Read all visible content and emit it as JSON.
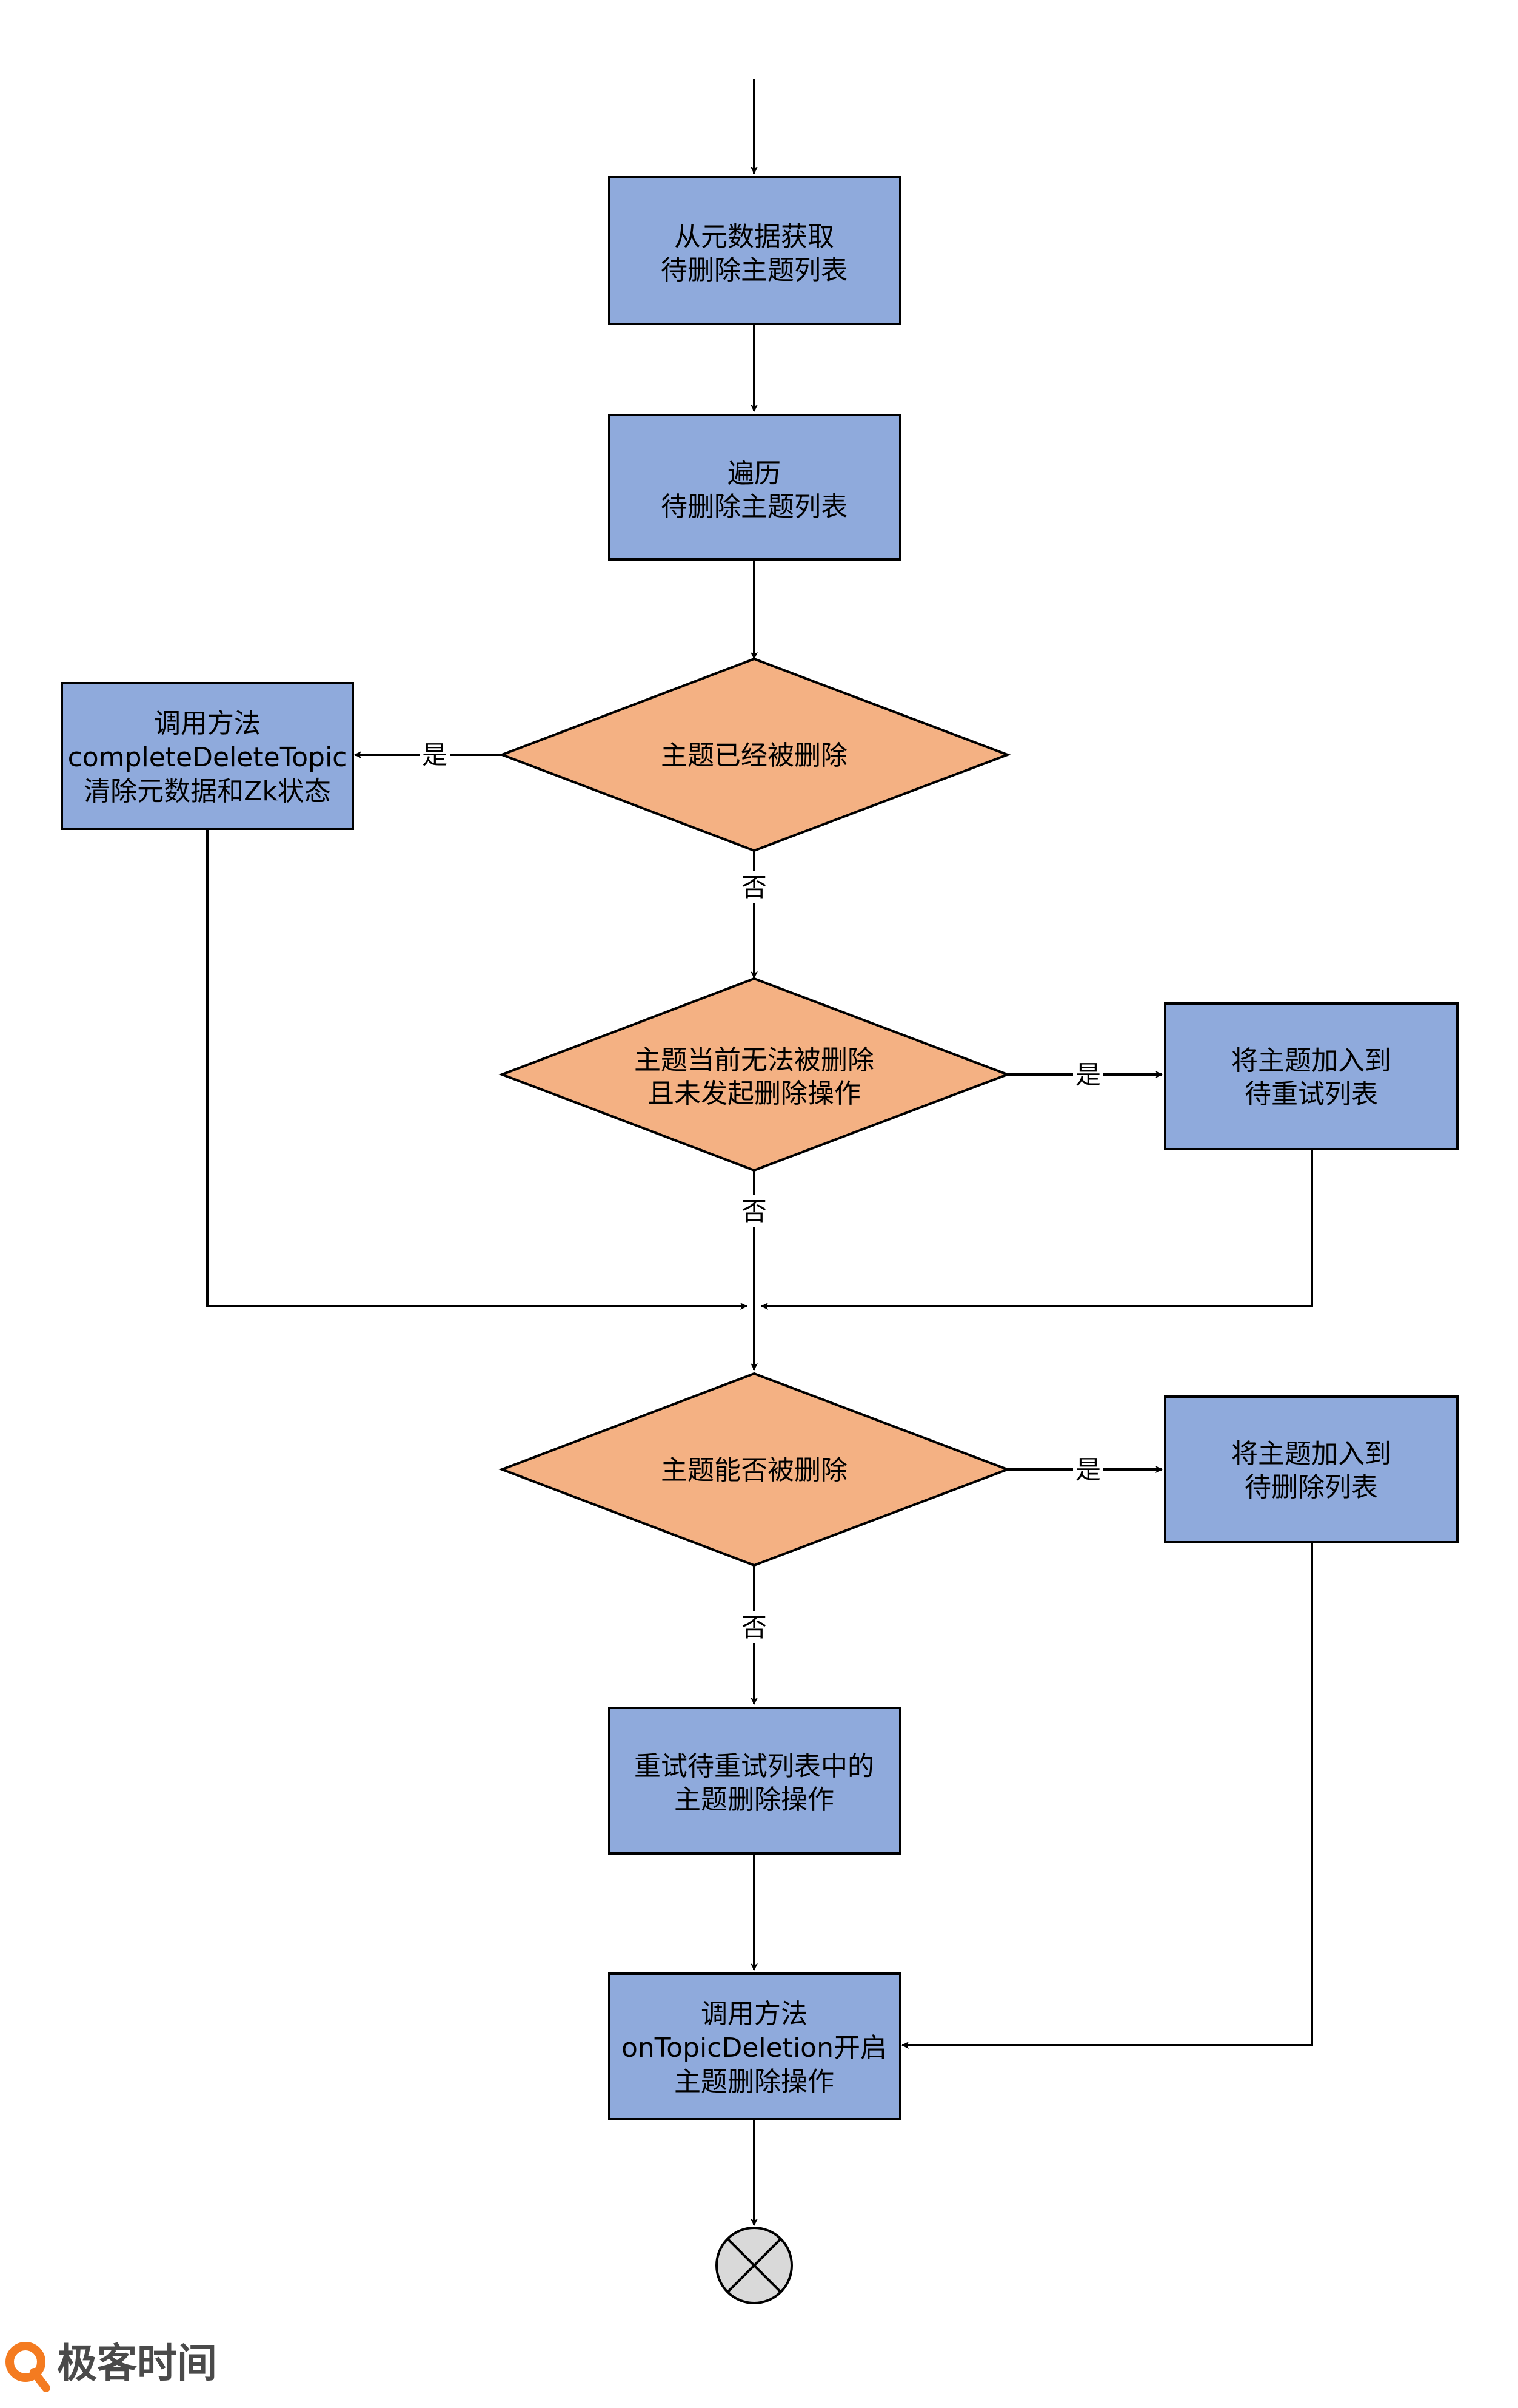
{
  "colors": {
    "process_fill": "#8faadc",
    "decision_fill": "#f4b183",
    "stroke": "#000000",
    "end_fill": "#d9d9d9",
    "brand_orange": "#f47b20",
    "brand_text": "#4a4a4a"
  },
  "nodes": {
    "get_list": {
      "line1": "从元数据获取",
      "line2": "待删除主题列表"
    },
    "iterate": {
      "line1": "遍历",
      "line2": "待删除主题列表"
    },
    "check_deleted": {
      "line1": "主题已经被删除"
    },
    "complete_delete": {
      "line1": "调用方法",
      "line2": "completeDeleteTopic",
      "line3": "清除元数据和Zk状态"
    },
    "check_ineligible": {
      "line1": "主题当前无法被删除",
      "line2": "且未发起删除操作"
    },
    "add_retry": {
      "line1": "将主题加入到",
      "line2": "待重试列表"
    },
    "check_eligible": {
      "line1": "主题能否被删除"
    },
    "add_delete": {
      "line1": "将主题加入到",
      "line2": "待删除列表"
    },
    "retry_ops": {
      "line1": "重试待重试列表中的",
      "line2": "主题删除操作"
    },
    "on_deletion": {
      "line1": "调用方法",
      "line2": "onTopicDeletion开启",
      "line3": "主题删除操作"
    }
  },
  "edge_labels": {
    "yes_deleted": "是",
    "no_deleted": "否",
    "yes_ineligible": "是",
    "no_ineligible": "否",
    "yes_eligible": "是",
    "no_eligible": "否"
  },
  "end_icon": "circle-x-icon",
  "brand": {
    "logo_icon": "geektime-logo-icon",
    "name": "极客时间"
  }
}
